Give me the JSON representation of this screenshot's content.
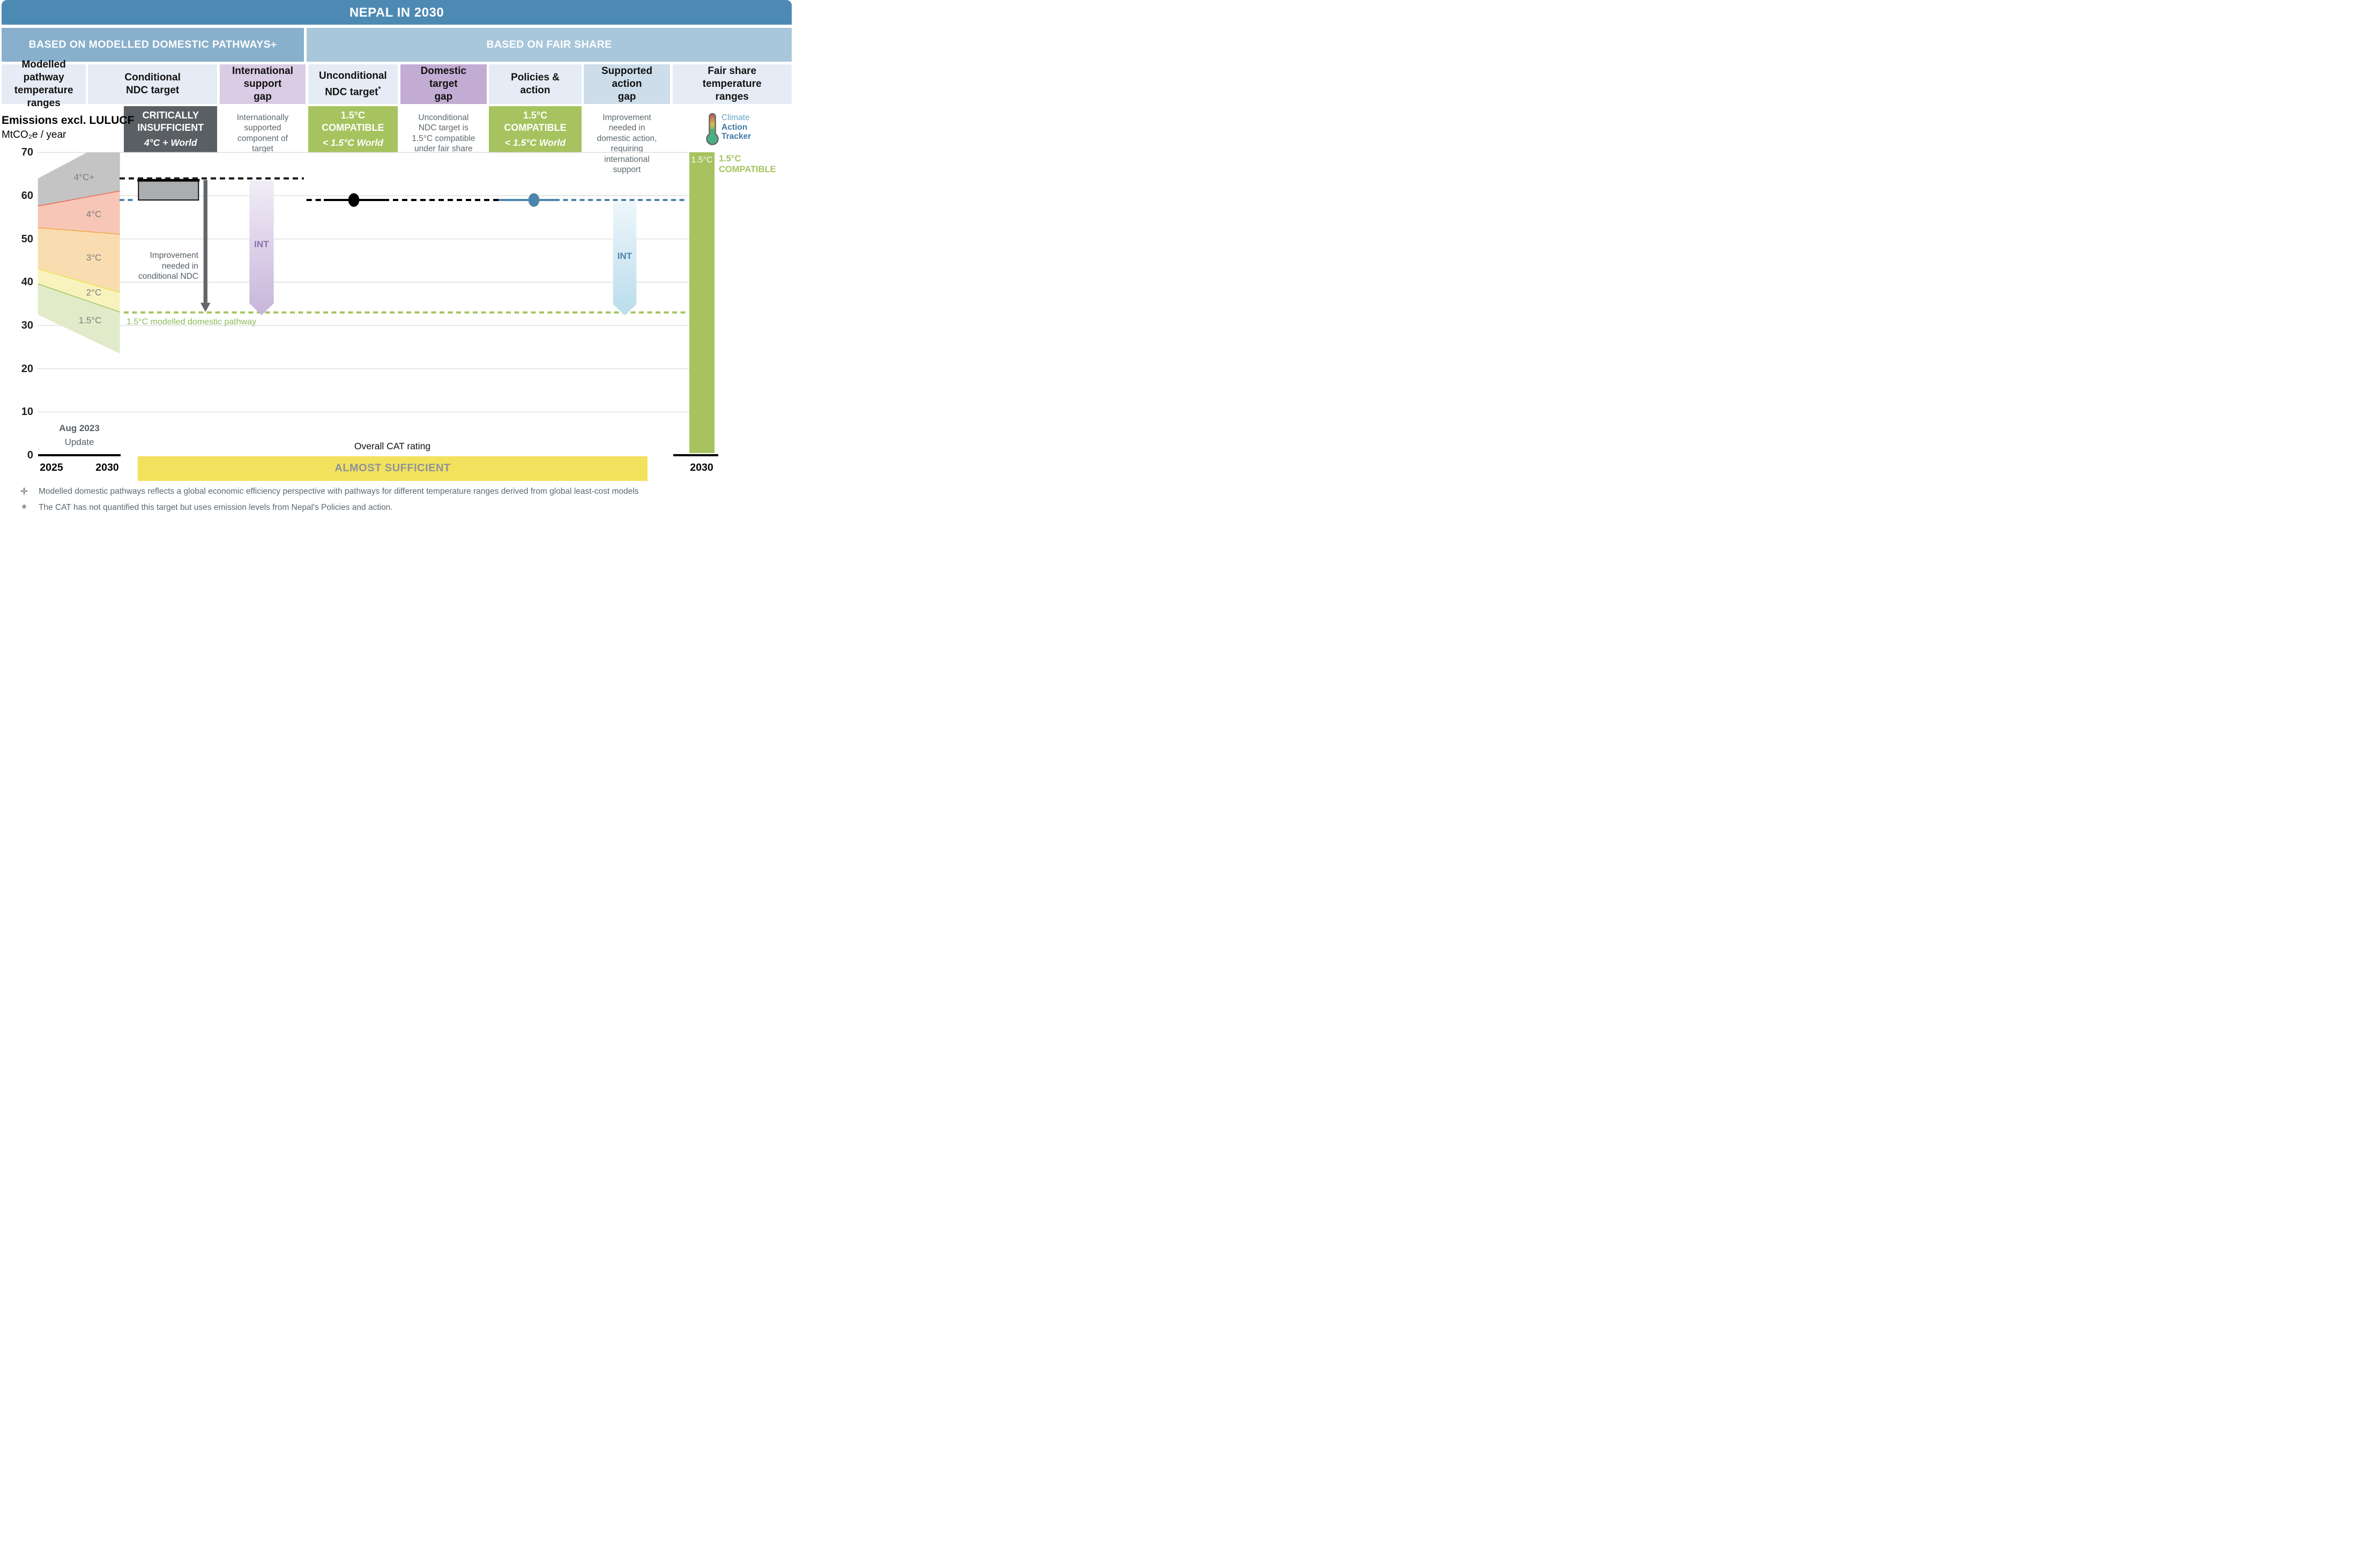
{
  "title": "NEPAL IN 2030",
  "sections": {
    "left": "BASED ON MODELLED DOMESTIC PATHWAYS",
    "left_marker": "✛",
    "right": "BASED ON FAIR SHARE"
  },
  "columns": [
    {
      "label": "Modelled pathway\ntemperature\nranges"
    },
    {
      "label": "Conditional\nNDC target"
    },
    {
      "label": "International\nsupport\ngap"
    },
    {
      "label": "Unconditional\nNDC target",
      "marker": "*"
    },
    {
      "label": "Domestic\ntarget\ngap"
    },
    {
      "label": "Policies &\naction"
    },
    {
      "label": "Supported\naction\ngap"
    },
    {
      "label": "Fair share\ntemperature\nranges"
    }
  ],
  "ratings": {
    "conditional_ndc": {
      "main": "CRITICALLY\nINSUFFICIENT",
      "sub": "4°C + World"
    },
    "international_support_note": "Internationally\nsupported\ncomponent of\ntarget",
    "unconditional_ndc": {
      "main": "1.5°C\nCOMPATIBLE",
      "sub": "< 1.5°C World"
    },
    "domestic_target_note": "Unconditional\nNDC target is\n1.5°C compatible\nunder fair share",
    "policies_action": {
      "main": "1.5°C\nCOMPATIBLE",
      "sub": "< 1.5°C World"
    },
    "supported_action_note": "Improvement\nneeded in\ndomestic action,\nrequiring\ninternational\nsupport"
  },
  "logo": {
    "line1": "Climate",
    "line2": "Action",
    "line3": "Tracker"
  },
  "axis": {
    "unit_title": "Emissions excl. LULUCF",
    "unit_sub": "MtCO₂e / year",
    "x_left_start": "2025",
    "x_left_end": "2030",
    "x_right": "2030",
    "update_line1": "Aug 2023",
    "update_line2": "Update"
  },
  "labels": {
    "improvement_conditional": "Improvement\nneeded in\nconditional NDC",
    "int_purple": "INT",
    "int_blue": "INT",
    "pathway": "1.5°C modelled domestic pathway",
    "fair_share_bar": "1.5°C",
    "fair_share_compatible": "1.5°C\nCOMPATIBLE",
    "overall_rating_title": "Overall CAT rating",
    "overall_rating_value": "ALMOST SUFFICIENT"
  },
  "footnotes": [
    {
      "marker": "✛",
      "text": "Modelled domestic pathways reflects a global economic efficiency perspective with pathways for different temperature ranges derived from global least-cost models"
    },
    {
      "marker": "*",
      "text": "The CAT has not quantified this target but uses emission levels from Nepal's Policies and action."
    }
  ],
  "colors": {
    "header_blue": "#4d8ab3",
    "band_left": "#88afcb",
    "band_right": "#a9c7da",
    "rating_dark": "#595f63",
    "rating_green": "#a6c35f",
    "yellow_bar": "#f2e15c",
    "blue_accent": "#4c86ac",
    "purple_accent": "#8f6fae",
    "pathway_green": "#8cba58"
  },
  "chart_data": {
    "type": "area",
    "title": "NEPAL IN 2030",
    "ylabel": "Emissions excl. LULUCF (MtCO2e / year)",
    "ylim": [
      0,
      70
    ],
    "yticks": [
      0,
      10,
      20,
      30,
      40,
      50,
      60,
      70
    ],
    "x_years": [
      2025,
      2030
    ],
    "grid": true,
    "funnel_bands": [
      {
        "label": "4°C+",
        "fill": "#c4c4c4",
        "top": [
          [
            2025,
            64
          ],
          [
            2028,
            70
          ],
          [
            2030,
            70
          ]
        ],
        "bottom": [
          [
            2025,
            57.5
          ],
          [
            2030,
            61
          ]
        ],
        "bottom_line": "#e66a50"
      },
      {
        "label": "4°C",
        "fill": "#f7c6b6",
        "top": [
          [
            2025,
            57.5
          ],
          [
            2030,
            61
          ]
        ],
        "bottom": [
          [
            2025,
            52.5
          ],
          [
            2030,
            51
          ]
        ],
        "bottom_line": "#f2a54c"
      },
      {
        "label": "3°C",
        "fill": "#f9ddb0",
        "top": [
          [
            2025,
            52.5
          ],
          [
            2030,
            51
          ]
        ],
        "bottom": [
          [
            2025,
            43
          ],
          [
            2030,
            37.5
          ]
        ],
        "bottom_line": "#e8e14f"
      },
      {
        "label": "2°C",
        "fill": "#f8f3be",
        "top": [
          [
            2025,
            43
          ],
          [
            2030,
            37.5
          ]
        ],
        "bottom": [
          [
            2025,
            39.5
          ],
          [
            2030,
            33
          ]
        ],
        "bottom_line": "#9ec35f"
      },
      {
        "label": "1.5°C",
        "fill": "#e1ebc9",
        "top": [
          [
            2025,
            39.5
          ],
          [
            2030,
            33
          ]
        ],
        "bottom": [
          [
            2025,
            32.5
          ],
          [
            2030,
            23.5
          ]
        ],
        "bottom_line": null
      }
    ],
    "annotations": {
      "conditional_ndc_dashed_level": 64,
      "conditional_ndc_box_range": [
        59,
        64
      ],
      "unconditional_ndc_level": 59,
      "policies_action_level": 59,
      "pathway_15_level": 33
    },
    "fair_share_bar": {
      "label": "1.5°C",
      "top": 70,
      "bottom": 0,
      "color": "#a6c35f"
    },
    "overall_rating": "ALMOST SUFFICIENT"
  }
}
